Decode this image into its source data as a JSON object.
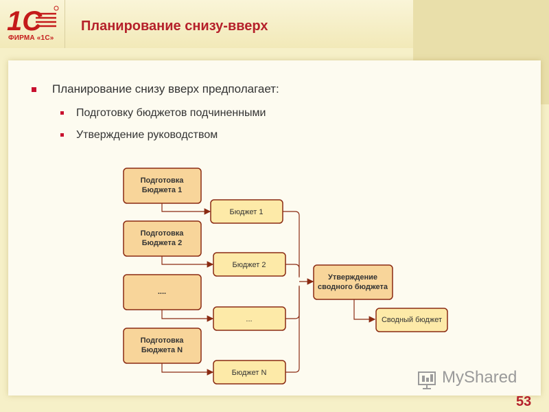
{
  "header": {
    "logo_text": "ФИРМА «1С»",
    "title": "Планирование снизу-вверх"
  },
  "content": {
    "bullet": "Планирование снизу вверх предполагает:",
    "sub_bullets": [
      "Подготовку бюджетов подчиненными",
      "Утверждение руководством"
    ]
  },
  "diagram": {
    "prep": [
      {
        "line1": "Подготовка",
        "line2": "Бюджета 1"
      },
      {
        "line1": "Подготовка",
        "line2": "Бюджета 2"
      },
      {
        "line1": "....",
        "line2": ""
      },
      {
        "line1": "Подготовка",
        "line2": "Бюджета N"
      }
    ],
    "budgets": [
      "Бюджет 1",
      "Бюджет 2",
      "...",
      "Бюджет N"
    ],
    "approve": {
      "line1": "Утверждение",
      "line2": "сводного бюджета"
    },
    "result": "Сводный бюджет"
  },
  "colors": {
    "title": "#b5212b",
    "node_dark": "#f8d59a",
    "node_light": "#fdeaa8",
    "node_border": "#8a2a12"
  },
  "watermark": "MyShared",
  "page_number": "53"
}
